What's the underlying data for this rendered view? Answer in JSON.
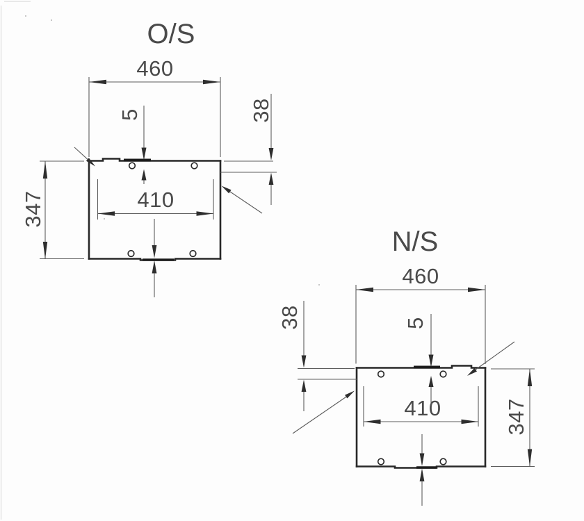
{
  "page": {
    "background": "#fdfdfd",
    "outline_color": "#282828",
    "dimension_color": "#5d5d5d",
    "text_color": "#4a4a4a"
  },
  "panels": [
    {
      "title": "O/S",
      "dimensions": {
        "overall_width": "460",
        "inner_width": "410",
        "height": "347",
        "flange_depth": "38",
        "tab_offset": "5"
      }
    },
    {
      "title": "N/S",
      "dimensions": {
        "overall_width": "460",
        "inner_width": "410",
        "height": "347",
        "flange_depth": "38",
        "tab_offset": "5"
      }
    }
  ]
}
